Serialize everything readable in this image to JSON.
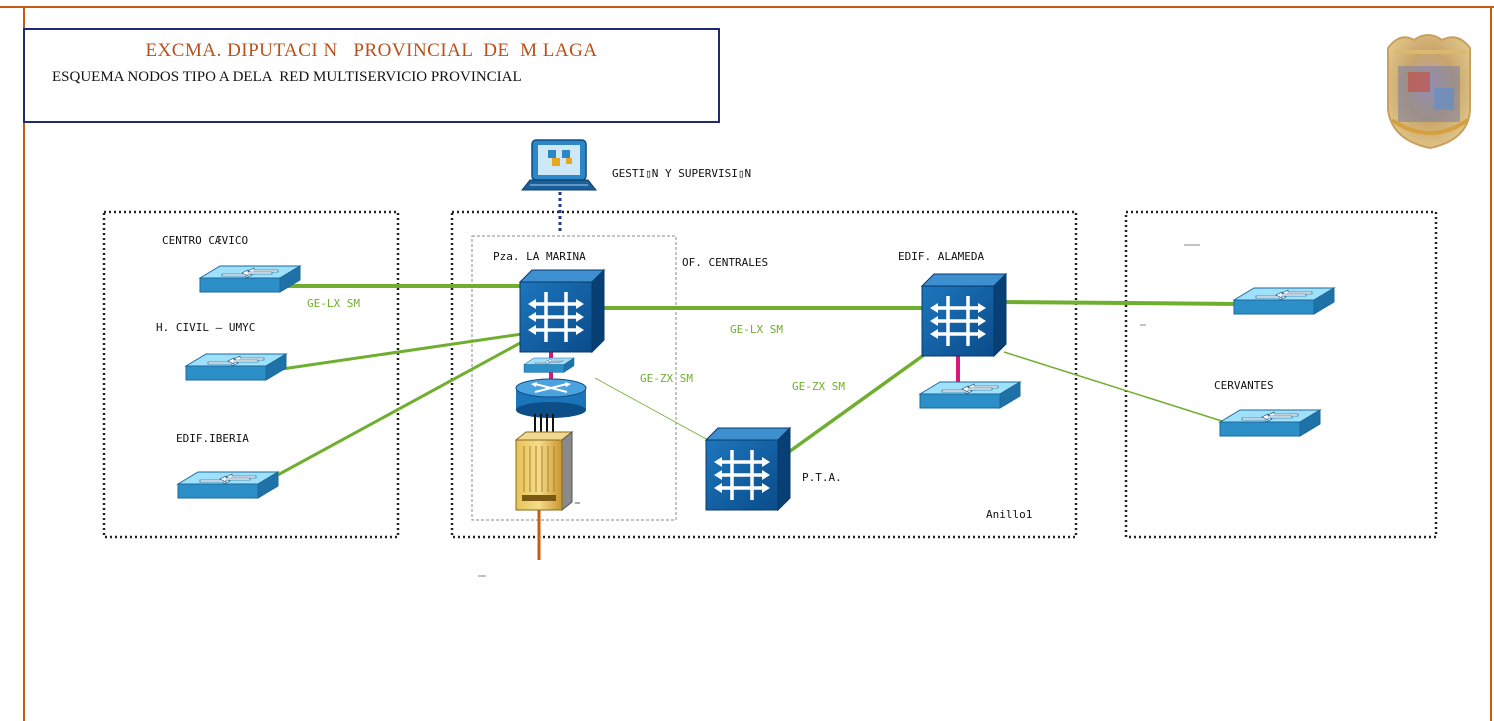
{
  "header": {
    "org_title": "EXCMA. DIPUTACI N   PROVINCIAL  DE  M LAGA",
    "subtitle": "ESQUEMA NODOS TIPO A DELA  RED MULTISERVICIO PROVINCIAL"
  },
  "management": {
    "label": "GESTI▯N Y  SUPERVISI▯N"
  },
  "zones": {
    "left": {
      "nodes": [
        "CENTRO  CÆVICO",
        "H. CIVIL – UMYC",
        "EDIF.IBERIA"
      ]
    },
    "center": {
      "marina": "Pza. LA MARINA",
      "centrales": "OF. CENTRALES",
      "alameda": "EDIF.  ALAMEDA",
      "pta": "P.T.A.",
      "ring": "Anillo1"
    },
    "right": {
      "nodes": [
        "CERVANTES"
      ]
    }
  },
  "links": {
    "gelx_left": "GE-LX  SM",
    "gelx_center": "GE-LX SM",
    "gezx_marina": "GE-ZX SM",
    "gezx_alameda": "GE-ZX SM"
  },
  "colors": {
    "frame": "#c85a14",
    "title_border": "#1e2b6e",
    "title_text": "#b8501a",
    "link_green": "#6fae2e",
    "device_blue": "#0e5a9e",
    "switch_blue": "#3aa8dc",
    "pink_link": "#d8187a"
  }
}
